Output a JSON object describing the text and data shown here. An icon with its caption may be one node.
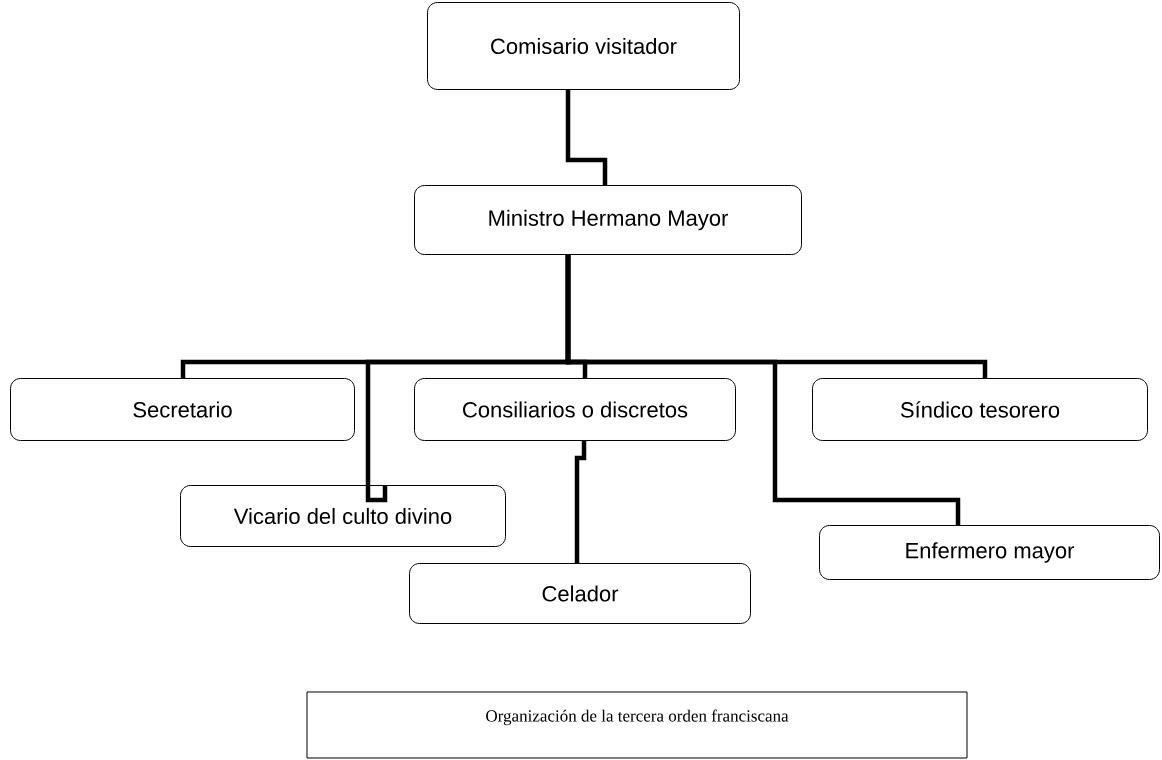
{
  "diagram": {
    "caption": "Organización de la tercera orden franciscana",
    "nodes": [
      {
        "text": [
          "Comisario visitador"
        ]
      },
      {
        "text": [
          "Ministro  Hermano Mayor"
        ]
      },
      {
        "text": [
          "Secretario"
        ]
      },
      {
        "text": [
          "Consiliarios o discretos"
        ]
      },
      {
        "text": [
          "Síndico tesorero"
        ]
      },
      {
        "text": [
          "Vicario del culto divino"
        ]
      },
      {
        "text": [
          "Celador"
        ]
      },
      {
        "text": [
          "Enfermero mayor"
        ]
      }
    ],
    "edges": [
      {
        "from": 0,
        "to": 1,
        "arrow": "none"
      },
      {
        "from": 1,
        "to": 2,
        "arrow": "none"
      },
      {
        "from": 1,
        "to": 3,
        "arrow": "none"
      },
      {
        "from": 1,
        "to": 4,
        "arrow": "none"
      },
      {
        "from": 1,
        "to": 5,
        "arrow": "none"
      },
      {
        "from": 1,
        "to": 7,
        "arrow": "none"
      },
      {
        "from": 3,
        "to": 6,
        "arrow": "none"
      }
    ]
  }
}
